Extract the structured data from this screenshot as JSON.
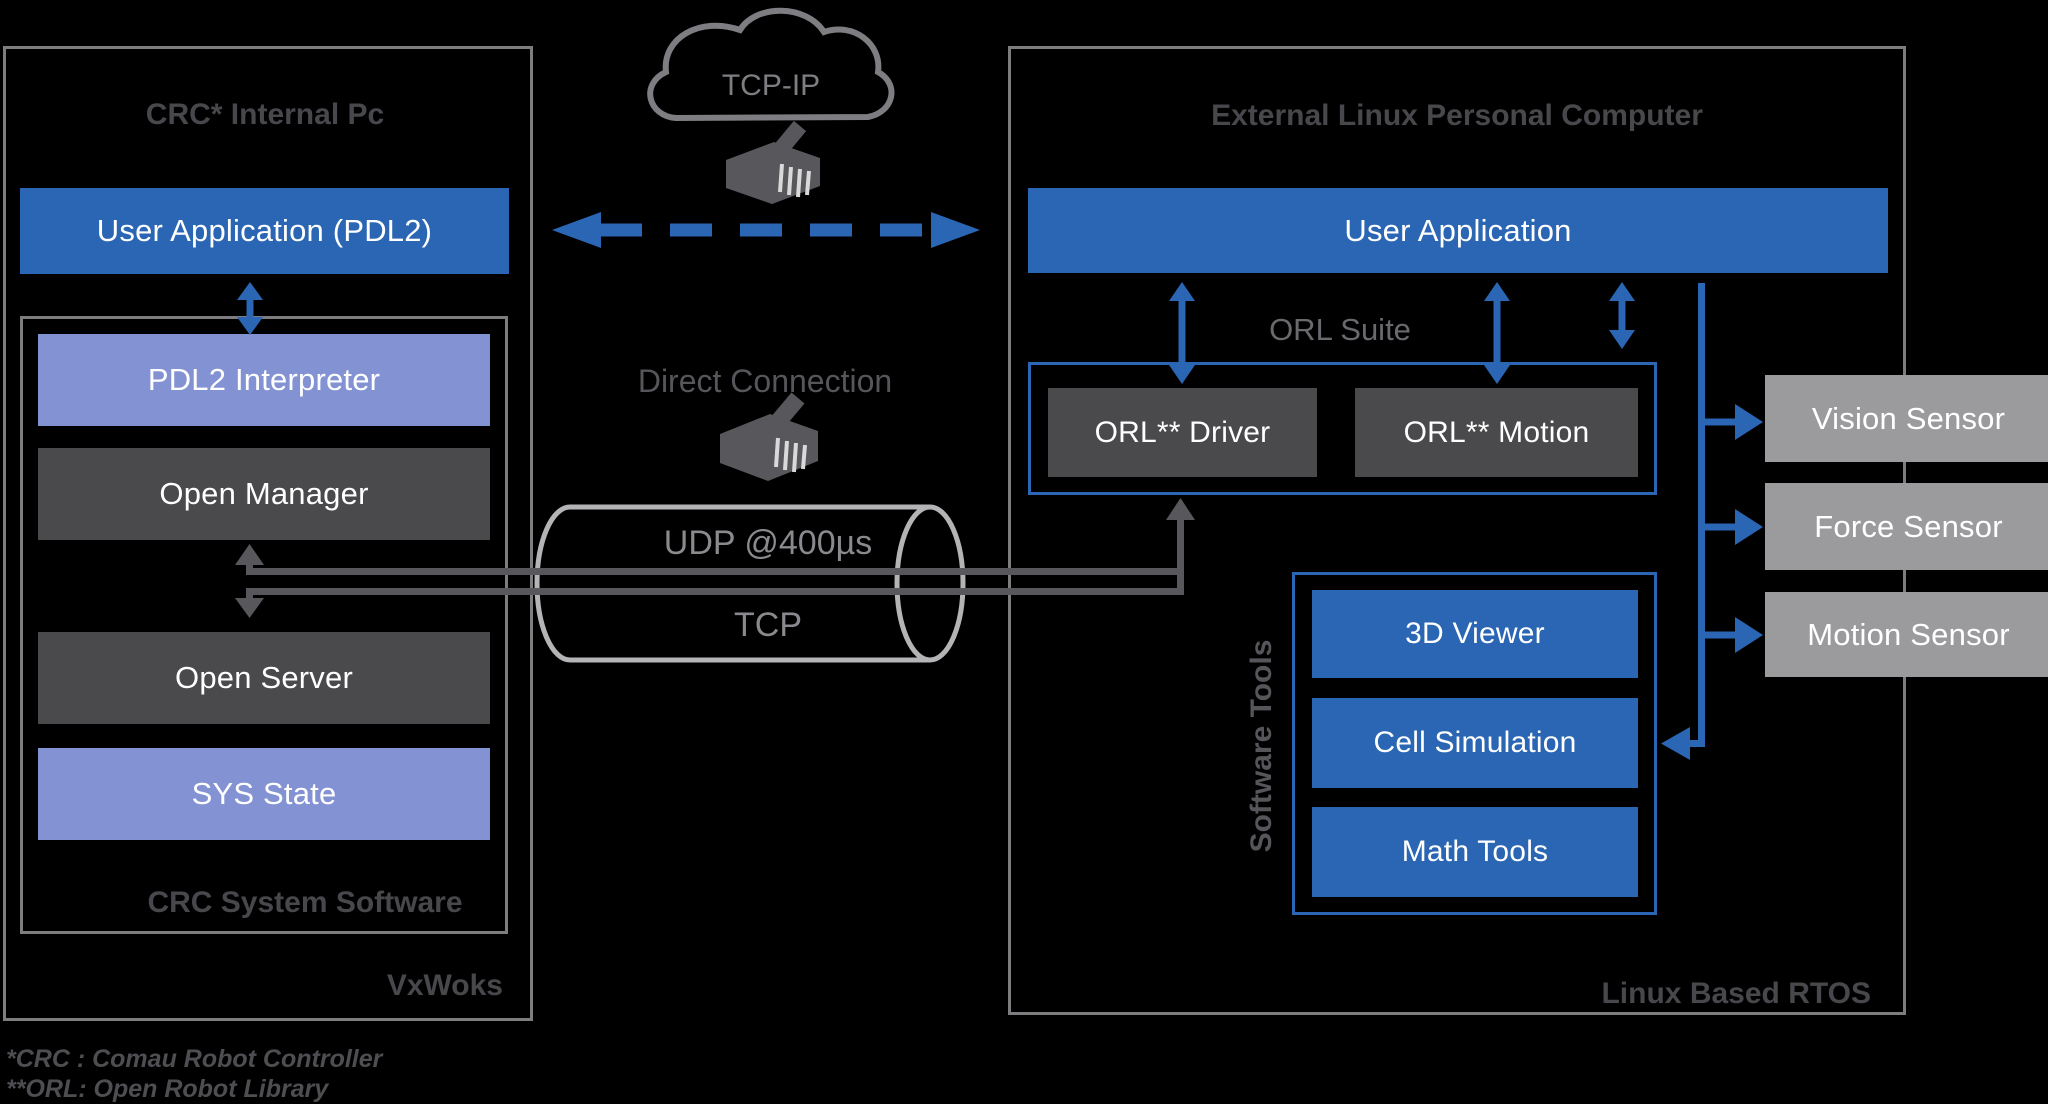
{
  "left_panel": {
    "title": "CRC* Internal Pc",
    "user_app_label": "User Application (PDL2)",
    "system_box": {
      "label": "CRC System Software",
      "layers": [
        "PDL2 Interpreter",
        "Open Manager",
        "Open Server",
        "SYS State"
      ]
    },
    "os_label": "VxWoks"
  },
  "network": {
    "cloud_label": "TCP-IP",
    "direct_label": "Direct Connection",
    "pipe": {
      "udp_label": "UDP @400µs",
      "tcp_label": "TCP"
    }
  },
  "right_panel": {
    "title": "External Linux Personal Computer",
    "user_app_label": "User Application",
    "orl_suite": {
      "label": "ORL Suite",
      "driver_label": "ORL** Driver",
      "motion_label": "ORL** Motion"
    },
    "software_tools": {
      "label": "Software Tools",
      "tools": [
        "3D Viewer",
        "Cell Simulation",
        "Math Tools"
      ]
    },
    "os_label": "Linux Based RTOS"
  },
  "sensors": [
    "Vision Sensor",
    "Force Sensor",
    "Motion Sensor"
  ],
  "footnotes": [
    "*CRC : Comau Robot Controller",
    "**ORL: Open Robot Library"
  ],
  "colors": {
    "accent_blue": "#2A66B3",
    "periwinkle": "#8292D3",
    "dark_box": "#4A4A4C",
    "sensor_gray": "#9B9B9D",
    "line_gray": "#58585C",
    "pipe_gray": "#B4B4B7"
  }
}
